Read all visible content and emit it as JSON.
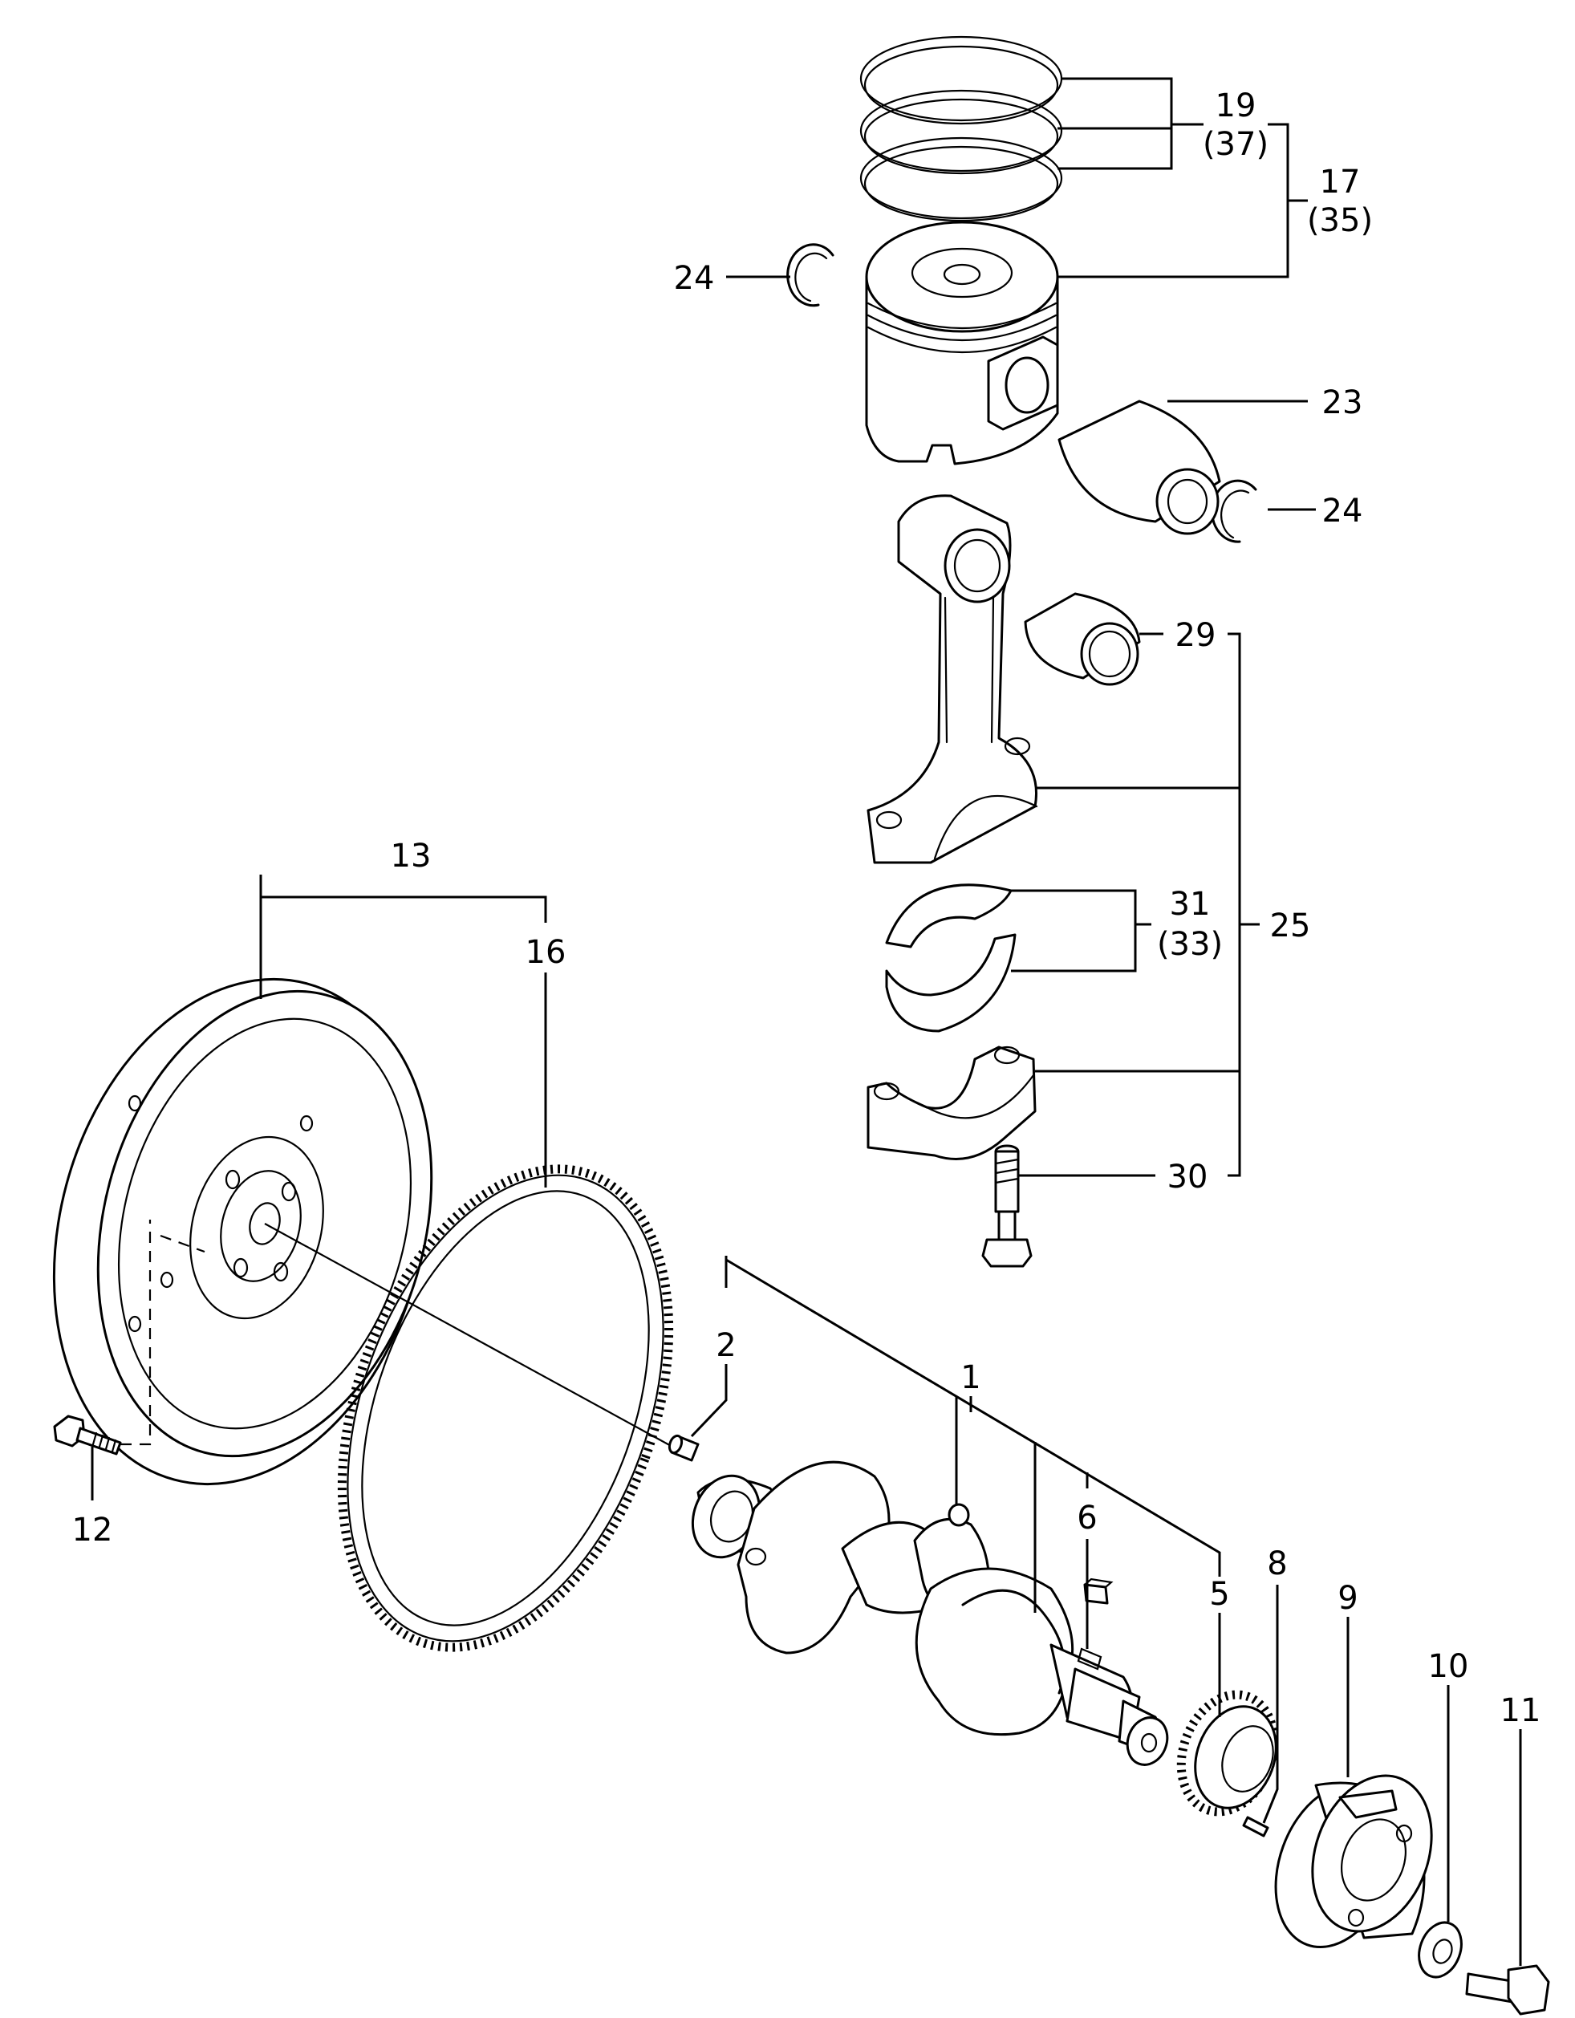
{
  "callouts": {
    "c1": "1",
    "c2": "2",
    "c5": "5",
    "c6": "6",
    "c8": "8",
    "c9": "9",
    "c10": "10",
    "c11": "11",
    "c12": "12",
    "c13": "13",
    "c16": "16",
    "c17": "17",
    "c17alt": "(35)",
    "c19": "19",
    "c19alt": "(37)",
    "c23": "23",
    "c24a": "24",
    "c24b": "24",
    "c25": "25",
    "c29": "29",
    "c30": "30",
    "c31": "31",
    "c31alt": "(33)"
  },
  "parts": [
    {
      "ref": "1",
      "name": "crankshaft"
    },
    {
      "ref": "2",
      "name": "dowel pin"
    },
    {
      "ref": "5",
      "name": "crankshaft gear"
    },
    {
      "ref": "6",
      "name": "key"
    },
    {
      "ref": "8",
      "name": "pin"
    },
    {
      "ref": "9",
      "name": "crankshaft pulley"
    },
    {
      "ref": "10",
      "name": "washer"
    },
    {
      "ref": "11",
      "name": "bolt"
    },
    {
      "ref": "12",
      "name": "flywheel bolt"
    },
    {
      "ref": "13",
      "name": "flywheel assembly"
    },
    {
      "ref": "16",
      "name": "ring gear"
    },
    {
      "ref": "17",
      "name": "piston assembly"
    },
    {
      "ref": "19",
      "name": "piston ring set"
    },
    {
      "ref": "23",
      "name": "piston pin"
    },
    {
      "ref": "24",
      "name": "circlip"
    },
    {
      "ref": "25",
      "name": "connecting rod assembly"
    },
    {
      "ref": "29",
      "name": "small end bushing"
    },
    {
      "ref": "30",
      "name": "connecting rod bolt"
    },
    {
      "ref": "31",
      "name": "crank pin bearing"
    }
  ]
}
